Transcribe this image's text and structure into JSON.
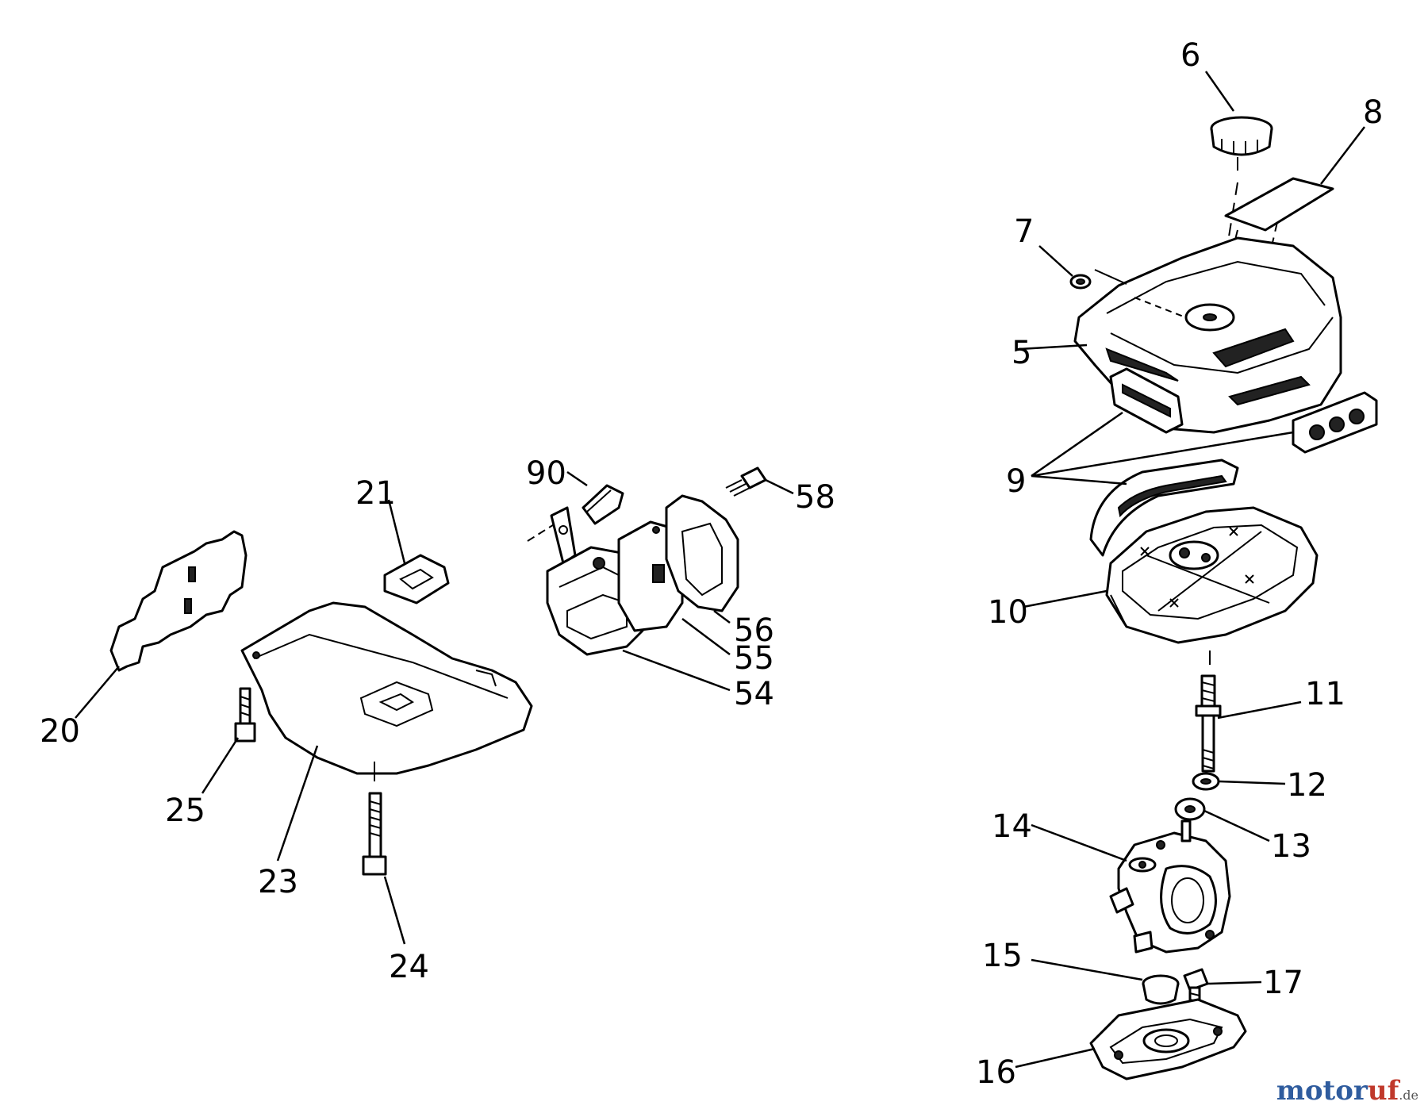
{
  "labels": {
    "l6": "6",
    "l8": "8",
    "l7": "7",
    "l5": "5",
    "l9": "9",
    "l10": "10",
    "l11": "11",
    "l12": "12",
    "l13": "13",
    "l14": "14",
    "l15": "15",
    "l16": "16",
    "l17": "17",
    "l20": "20",
    "l21": "21",
    "l23": "23",
    "l24": "24",
    "l25": "25",
    "l54": "54",
    "l55": "55",
    "l56": "56",
    "l58": "58",
    "l90": "90"
  },
  "watermark": {
    "main": "motor",
    "accent": "uf",
    "tld": ".de"
  }
}
